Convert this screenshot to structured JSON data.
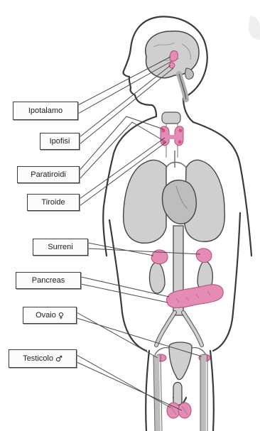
{
  "labels": {
    "ipotalamo": "Ipotalamo",
    "ipofisi": "Ipofisi",
    "paratiroidi": "Paratiroidi",
    "tiroide": "Tiroide",
    "surreni": "Surreni",
    "pancreas": "Pancreas",
    "ovaio": "Ovaio",
    "ovaio_symbol": "♀",
    "testicolo": "Testicolo",
    "testicolo_symbol": "♂"
  },
  "colors": {
    "gland": "#e48cb4",
    "gland_dark": "#b84a7c",
    "organ": "#cfcfcf",
    "organ_dark": "#b0b0b0",
    "outline": "#3a3a3a",
    "background": "#ffffff"
  }
}
